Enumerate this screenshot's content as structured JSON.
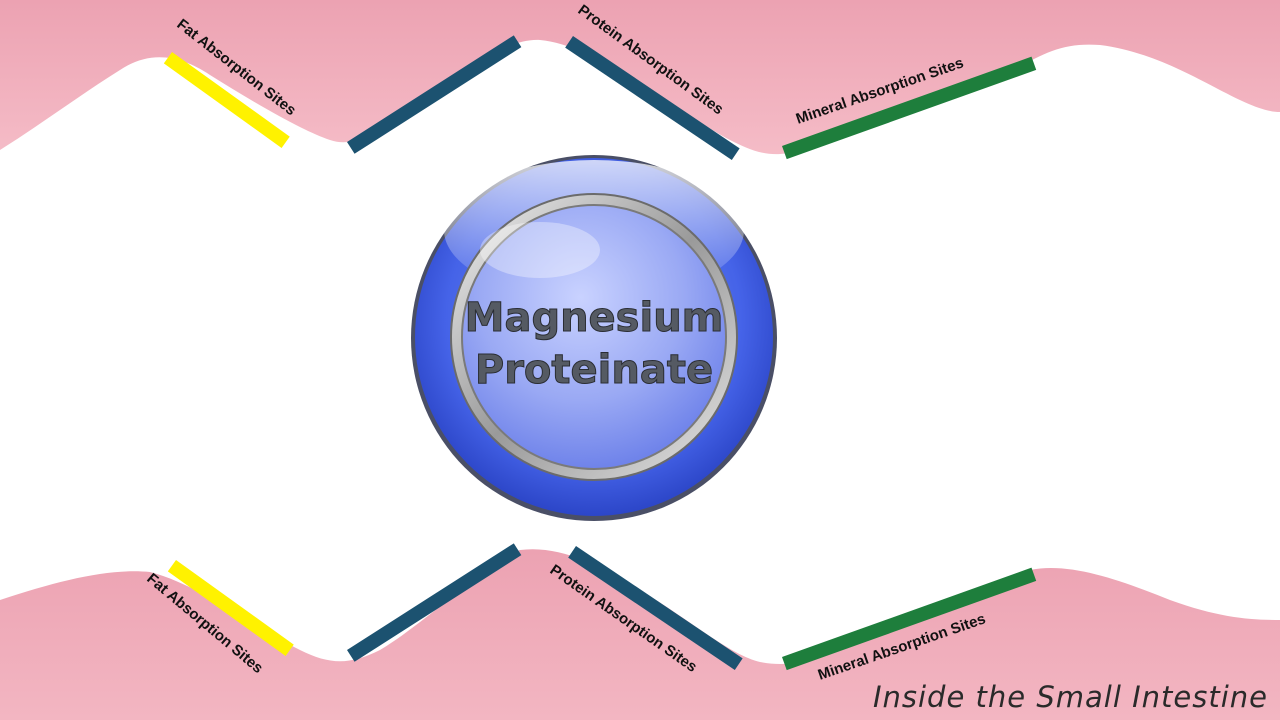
{
  "center": {
    "line1": "Magnesium",
    "line2": "Proteinate"
  },
  "caption": "Inside the Small Intestine",
  "colors": {
    "tissue": "#eea8b5",
    "fat_band": "#fff200",
    "protein_band": "#1c5270",
    "mineral_band": "#1e7e3c",
    "sphere": "#3d5fe6"
  },
  "top": {
    "fat_label": "Fat Absorption Sites",
    "protein_label": "Protein Absorption Sites",
    "mineral_label": "Mineral Absorption Sites"
  },
  "bottom": {
    "fat_label": "Fat Absorption Sites",
    "protein_label": "Protein Absorption Sites",
    "mineral_label": "Mineral Absorption Sites"
  }
}
